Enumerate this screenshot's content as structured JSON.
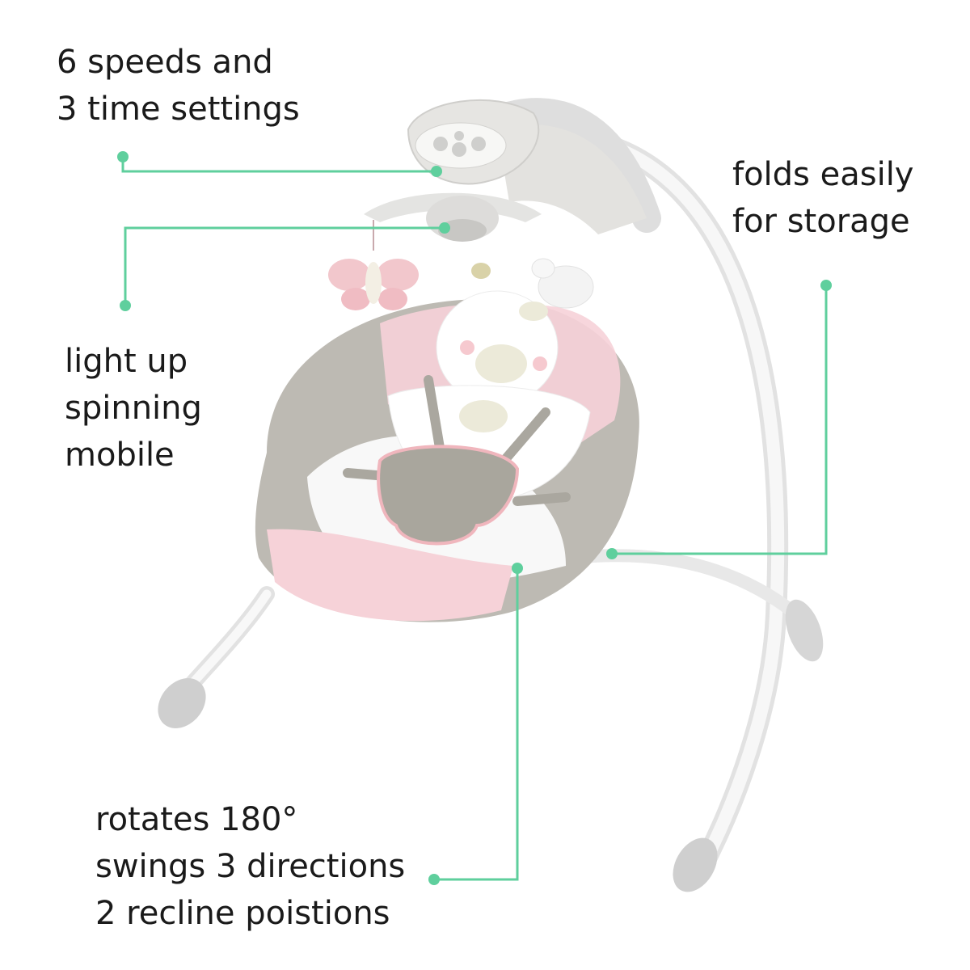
{
  "callouts": {
    "speeds": [
      "6 speeds and",
      "3 time settings"
    ],
    "mobile": [
      "light up",
      "spinning",
      "mobile"
    ],
    "folds": [
      "folds easily",
      "for storage"
    ],
    "rotates": [
      "rotates 180°",
      "swings 3 directions",
      "2 recline poistions"
    ]
  },
  "colors": {
    "callout_line": "#5fcf9d",
    "frame": "#f2f2f2",
    "seat_gray": "#bdbab3",
    "seat_pink": "#f6d2d8",
    "text": "#1a1a1a"
  }
}
